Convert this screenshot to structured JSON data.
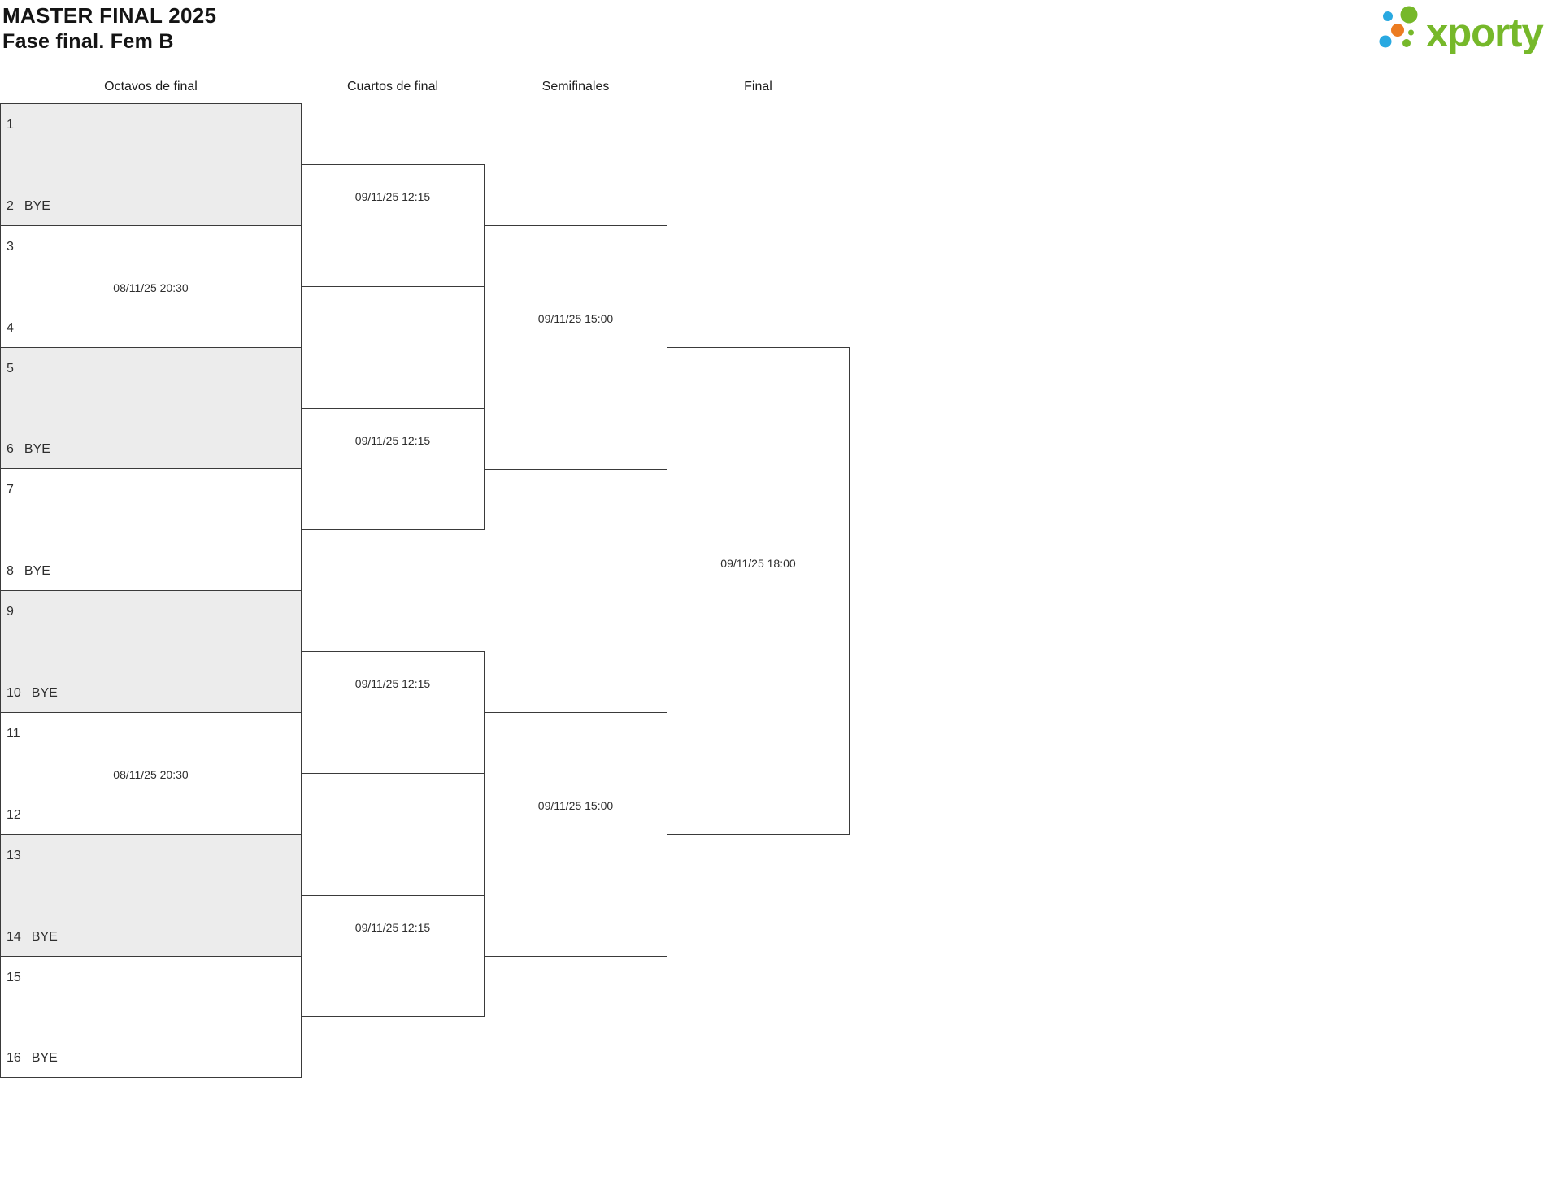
{
  "header": {
    "title": "MASTER FINAL 2025",
    "subtitle": "Fase final. Fem B"
  },
  "logo": {
    "brand": "xporty",
    "green": "#76b82a",
    "blue": "#29a9e1",
    "orange": "#ec7c21"
  },
  "colors": {
    "border": "#3a3a3a",
    "box_alt_fill": "#ececec",
    "text": "#2e2e2e"
  },
  "rounds": [
    {
      "name": "Octavos de final",
      "matches": [
        {
          "top": {
            "seed": "1",
            "label": ""
          },
          "bottom": {
            "seed": "2",
            "label": "BYE"
          },
          "date": ""
        },
        {
          "top": {
            "seed": "3",
            "label": ""
          },
          "bottom": {
            "seed": "4",
            "label": ""
          },
          "date": "08/11/25 20:30"
        },
        {
          "top": {
            "seed": "5",
            "label": ""
          },
          "bottom": {
            "seed": "6",
            "label": "BYE"
          },
          "date": ""
        },
        {
          "top": {
            "seed": "7",
            "label": ""
          },
          "bottom": {
            "seed": "8",
            "label": "BYE"
          },
          "date": ""
        },
        {
          "top": {
            "seed": "9",
            "label": ""
          },
          "bottom": {
            "seed": "10",
            "label": "BYE"
          },
          "date": ""
        },
        {
          "top": {
            "seed": "11",
            "label": ""
          },
          "bottom": {
            "seed": "12",
            "label": ""
          },
          "date": "08/11/25 20:30"
        },
        {
          "top": {
            "seed": "13",
            "label": ""
          },
          "bottom": {
            "seed": "14",
            "label": "BYE"
          },
          "date": ""
        },
        {
          "top": {
            "seed": "15",
            "label": ""
          },
          "bottom": {
            "seed": "16",
            "label": "BYE"
          },
          "date": ""
        }
      ]
    },
    {
      "name": "Cuartos de final",
      "matches": [
        {
          "date": "09/11/25 12:15"
        },
        {
          "date": "09/11/25 12:15"
        },
        {
          "date": "09/11/25 12:15"
        },
        {
          "date": "09/11/25 12:15"
        }
      ]
    },
    {
      "name": "Semifinales",
      "matches": [
        {
          "date": "09/11/25 15:00"
        },
        {
          "date": "09/11/25 15:00"
        }
      ]
    },
    {
      "name": "Final",
      "matches": [
        {
          "date": "09/11/25 18:00"
        }
      ]
    }
  ]
}
